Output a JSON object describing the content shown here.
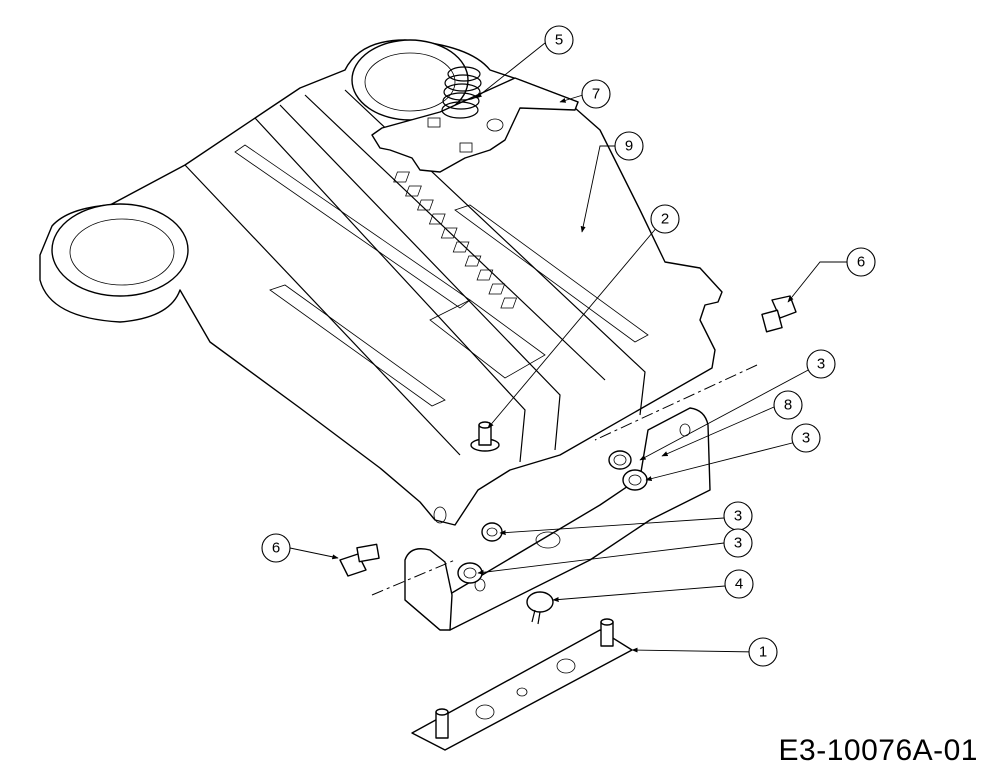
{
  "drawing_number": "E3-10076A-01",
  "callouts": [
    "1",
    "2",
    "3",
    "3",
    "3",
    "3",
    "4",
    "5",
    "6",
    "6",
    "7",
    "8",
    "9"
  ],
  "colors": {
    "line": "#000000",
    "background": "#ffffff"
  }
}
